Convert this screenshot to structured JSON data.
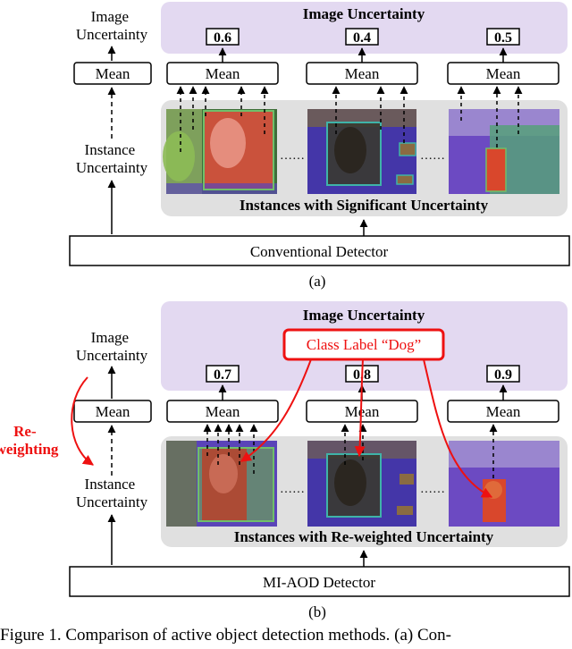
{
  "panel_a": {
    "image_uncertainty_label": "Image\nUncertainty",
    "instance_uncertainty_label": "Instance\nUncertainty",
    "mean_label": "Mean",
    "header": "Image Uncertainty",
    "scores": [
      "0.6",
      "0.4",
      "0.5"
    ],
    "ellipsis": "……",
    "instances_caption": "Instances with Significant Uncertainty",
    "detector": "Conventional Detector",
    "sub_label": "(a)"
  },
  "panel_b": {
    "image_uncertainty_label": "Image\nUncertainty",
    "instance_uncertainty_label": "Instance\nUncertainty",
    "mean_label": "Mean",
    "header": "Image Uncertainty",
    "class_label": "Class Label “Dog”",
    "reweighting": "Re-\nweighting",
    "scores": [
      "0.7",
      "0.8",
      "0.9"
    ],
    "ellipsis": "……",
    "instances_caption": "Instances with Re-weighted Uncertainty",
    "detector": "MI-AOD Detector",
    "sub_label": "(b)"
  },
  "caption": "Figure 1. Comparison of active object detection methods. (a) Con-",
  "colors": {
    "lavender_panel": "#e3d9f1",
    "gray_panel": "#e0e0e0",
    "highlight_red": "#ee1111",
    "purple_overlay": "#5a44b8"
  }
}
